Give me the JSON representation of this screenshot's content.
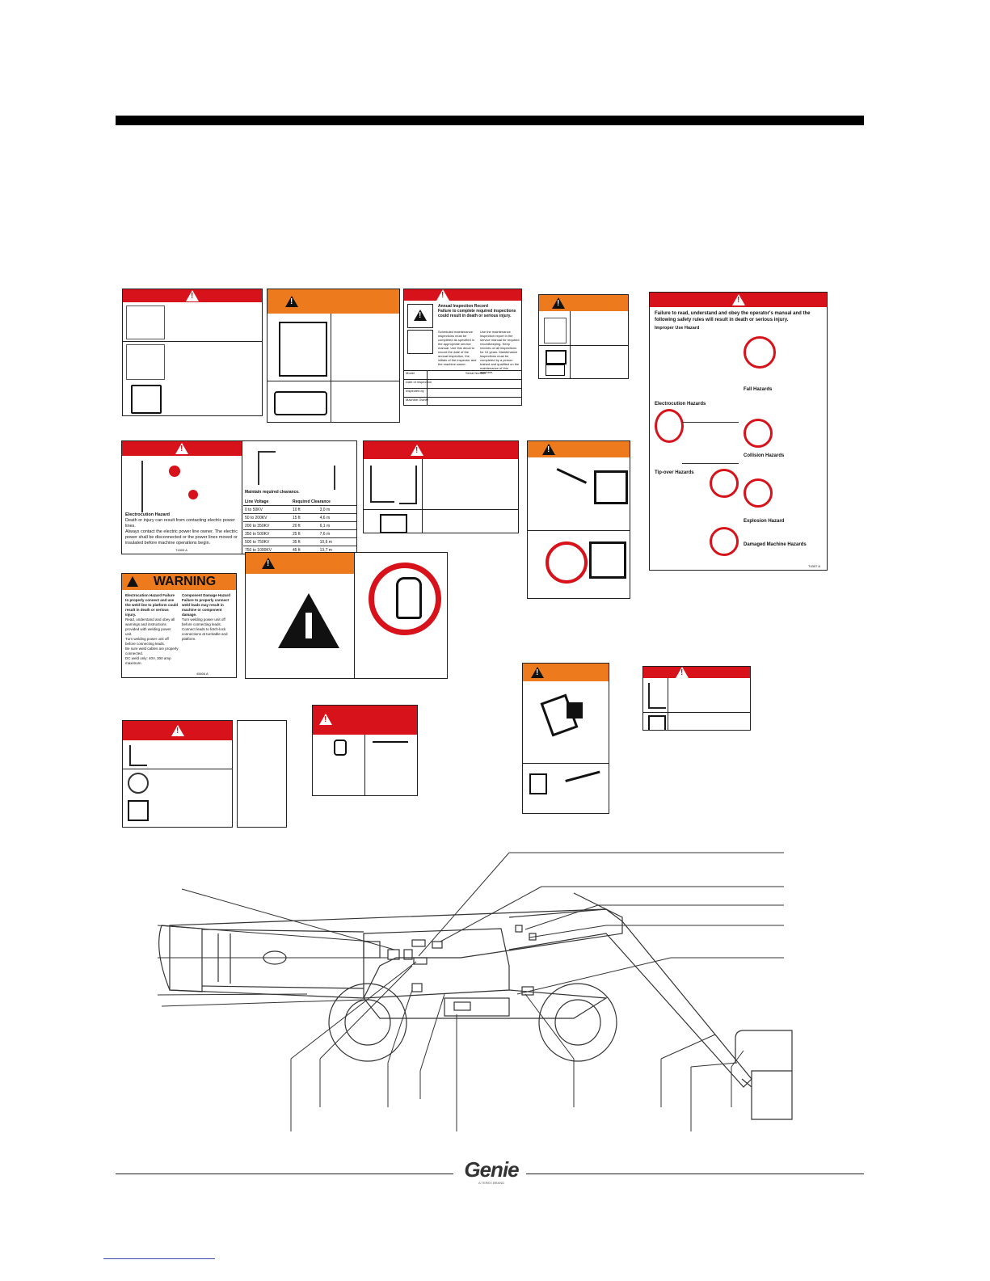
{
  "decals": {
    "inspection": {
      "title": "Annual Inspection Record",
      "subtitle": "Failure to complete required inspections could result in death or serious injury.",
      "col1": "Scheduled maintenance inspections must be completed as specified in the appropriate service manual. Use this decal to record the date of the annual inspection, the initials of the inspector and the machine owner.",
      "col2": "Use the maintenance inspection report in the service manual for required recordkeeping. Keep records on all inspections for 10 years. Maintenance inspections must be completed by a person trained and qualified on the maintenance of this machine.",
      "rows": [
        "Model",
        "Date of inspection",
        "Inspected by",
        "Machine Owner"
      ],
      "serial_label": "Serial Number"
    },
    "electrocution_main": {
      "heading": "Electrocution Hazard",
      "line1": "Death or injury can result from contacting electric power lines.",
      "line2": "Always contact the electric power line owner. The electric power shall be disconnected or the power lines moved or insulated before machine operations begin.",
      "code": "T4305 A",
      "table_caption": "Maintain required clearance.",
      "col_voltage": "Line Voltage",
      "col_clearance": "Required Clearance",
      "rows": [
        [
          "0 to 50KV",
          "10 ft",
          "3,0 m"
        ],
        [
          "50 to 200KV",
          "15 ft",
          "4,6 m"
        ],
        [
          "200 to 350KV",
          "20 ft",
          "6,1 m"
        ],
        [
          "350 to 500KV",
          "25 ft",
          "7,6 m"
        ],
        [
          "500 to 750KV",
          "35 ft",
          "10,6 m"
        ],
        [
          "750 to 1000KV",
          "45 ft",
          "13,7 m"
        ]
      ]
    },
    "welder": {
      "banner": "WARNING",
      "c1_title": "Electrocution Hazard Failure to properly connect and use the weld line to platform could result in death or serious injury.",
      "c1_p1": "Read, understand and obey all warnings and instructions provided with welding power unit.",
      "c1_p2": "Turn welding power unit off before connecting leads.",
      "c1_p3": "Be sure weld cables are properly connected.",
      "c1_p4": "DC weld only: 40V, 300 amp maximum.",
      "c2_title": "Component Damage Hazard Failure to properly connect weld leads may result in machine or component damage.",
      "c2_p1": "Turn welding power unit off before connecting leads.",
      "c2_p2": "Connect leads to fetch-lock connections at turntable and platform.",
      "code": "45606 A"
    },
    "manual": {
      "headline": "Failure to read, understand and obey the operator's manual and the following safety rules will result in death or serious injury.",
      "sections": [
        "Improper Use Hazard",
        "Electrocution Hazards",
        "Tip-over Hazards",
        "Fall Hazards",
        "Collision Hazards",
        "Explosion Hazard",
        "Damaged Machine Hazards"
      ],
      "code": "T4307 A"
    }
  },
  "footer": {
    "logo": "Genie",
    "logo_sub": "A TEREX BRAND"
  }
}
